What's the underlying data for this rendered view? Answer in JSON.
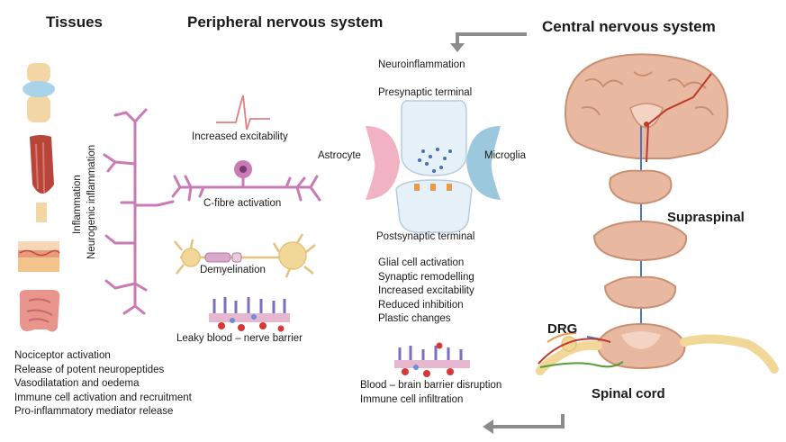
{
  "headers": {
    "tissues": "Tissues",
    "peripheral": "Peripheral nervous system",
    "central": "Central nervous system"
  },
  "tissues": {
    "vertical_labels": [
      "Inflammation",
      "Neurogenic inflammation"
    ],
    "effects": [
      "Nociceptor activation",
      "Release of potent neuropeptides",
      "Vasodilatation and oedema",
      "Immune cell activation and recruitment",
      "Pro-inflammatory mediator release"
    ]
  },
  "peripheral": {
    "increased_excitability": "Increased excitability",
    "c_fibre_activation": "C-fibre activation",
    "demyelination": "Demyelination",
    "leaky_barrier": "Leaky blood – nerve barrier"
  },
  "synapse": {
    "neuroinflammation": "Neuroinflammation",
    "presynaptic": "Presynaptic terminal",
    "astrocyte": "Astrocyte",
    "microglia": "Microglia",
    "postsynaptic": "Postsynaptic terminal",
    "changes": [
      "Glial cell activation",
      "Synaptic remodelling",
      "Increased excitability",
      "Reduced inhibition",
      "Plastic changes"
    ],
    "bbb": [
      "Blood – brain barrier disruption",
      "Immune cell infiltration"
    ]
  },
  "cns": {
    "supraspinal": "Supraspinal",
    "drg": "DRG",
    "spinal_cord": "Spinal cord"
  },
  "colors": {
    "nerve": "#c97bb5",
    "brain": "#e8b9a0",
    "astrocyte": "#f1b3c4",
    "microglia": "#9cc8dd",
    "arrow": "#8c8c8c"
  }
}
